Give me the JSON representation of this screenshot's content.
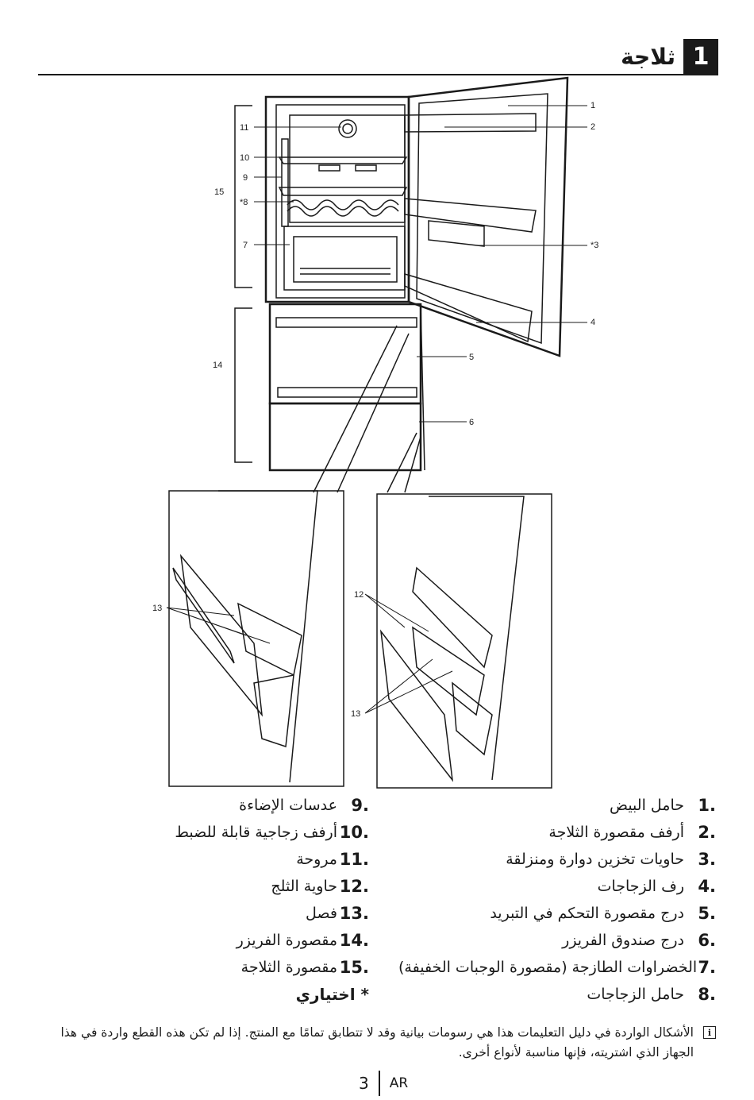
{
  "header": {
    "number": "1",
    "title": "ثلاجة"
  },
  "labels": {
    "l1": "1",
    "l2": "2",
    "l3": "*3",
    "l4": "4",
    "l5": "5",
    "l6": "6",
    "l7": "7",
    "l8": "*8",
    "l9": "9",
    "l10": "10",
    "l11": "11",
    "l12": "12",
    "l13a": "13",
    "l13b": "13",
    "l14": "14",
    "l15": "15"
  },
  "parts_right": [
    {
      "num": ".1",
      "text": "حامل البيض"
    },
    {
      "num": ".2",
      "text": "أرفف مقصورة الثلاجة"
    },
    {
      "num": ".3",
      "text": "حاويات تخزين دوارة ومنزلقة"
    },
    {
      "num": ".4",
      "text": "رف الزجاجات"
    },
    {
      "num": ".5",
      "text": "درج مقصورة التحكم في التبريد"
    },
    {
      "num": ".6",
      "text": "درج صندوق الفريزر"
    },
    {
      "num": ".7",
      "text": "الخضراوات الطازجة (مقصورة الوجبات الخفيفة)"
    },
    {
      "num": ".8",
      "text": "حامل الزجاجات"
    }
  ],
  "parts_left": [
    {
      "num": ".9",
      "text": "عدسات الإضاءة"
    },
    {
      "num": ".10",
      "text": "أرفف زجاجية قابلة للضبط"
    },
    {
      "num": ".11",
      "text": "مروحة"
    },
    {
      "num": ".12",
      "text": "حاوية الثلج"
    },
    {
      "num": ".13",
      "text": "فصل"
    },
    {
      "num": ".14",
      "text": "مقصورة الفريزر"
    },
    {
      "num": ".15",
      "text": "مقصورة الثلاجة"
    }
  ],
  "optional": "* اختياري",
  "note": "الأشكال الواردة في دليل التعليمات هذا هي رسومات بيانية وقد لا تتطابق تمامًا مع المنتج. إذا لم تكن هذه القطع واردة في هذا الجهاز الذي اشتريته، فإنها مناسبة لأنواع أخرى.",
  "footer": {
    "page": "3",
    "lang": "AR"
  }
}
